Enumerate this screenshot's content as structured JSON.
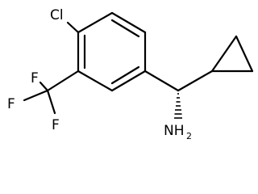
{
  "molecule": {
    "atoms": {
      "chlorine": "Cl",
      "fluorine_top": "F",
      "fluorine_left": "F",
      "fluorine_bottom": "F",
      "amine": "NH",
      "amine_subscript": "2"
    }
  }
}
